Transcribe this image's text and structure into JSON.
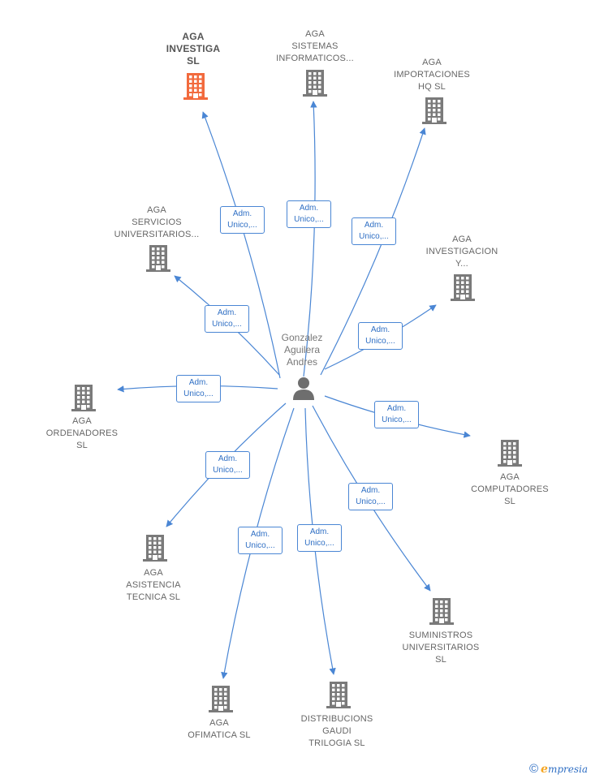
{
  "person": {
    "lines": [
      "Gonzalez",
      "Aguilera",
      "Andres"
    ]
  },
  "relation": {
    "line1": "Adm.",
    "line2": "Unico,..."
  },
  "companies": [
    {
      "lines": [
        "AGA",
        "INVESTIGA",
        "SL"
      ],
      "focus": true
    },
    {
      "lines": [
        "AGA",
        "SISTEMAS",
        "INFORMATICOS..."
      ],
      "focus": false
    },
    {
      "lines": [
        "AGA",
        "IMPORTACIONES",
        "HQ  SL"
      ],
      "focus": false
    },
    {
      "lines": [
        "AGA",
        "SERVICIOS",
        "UNIVERSITARIOS..."
      ],
      "focus": false
    },
    {
      "lines": [
        "AGA",
        "INVESTIGACION",
        "Y..."
      ],
      "focus": false
    },
    {
      "lines": [
        "AGA",
        "ORDENADORES",
        "SL"
      ],
      "focus": false
    },
    {
      "lines": [
        "AGA",
        "COMPUTADORES",
        "SL"
      ],
      "focus": false
    },
    {
      "lines": [
        "AGA",
        "ASISTENCIA",
        "TECNICA  SL"
      ],
      "focus": false
    },
    {
      "lines": [
        "SUMINISTROS",
        "UNIVERSITARIOS",
        "SL"
      ],
      "focus": false
    },
    {
      "lines": [
        "AGA",
        "OFIMATICA  SL"
      ],
      "focus": false
    },
    {
      "lines": [
        "DISTRIBUCIONS",
        "GAUDI",
        "TRILOGIA  SL"
      ],
      "focus": false
    }
  ],
  "colors": {
    "edge": "#4a86d4",
    "building": "#7a7a7a",
    "focus_building": "#f26a3d",
    "person": "#6e6e6e"
  },
  "footer": {
    "copyright": "©",
    "brand_first": "e",
    "brand_rest": "mpresia"
  }
}
